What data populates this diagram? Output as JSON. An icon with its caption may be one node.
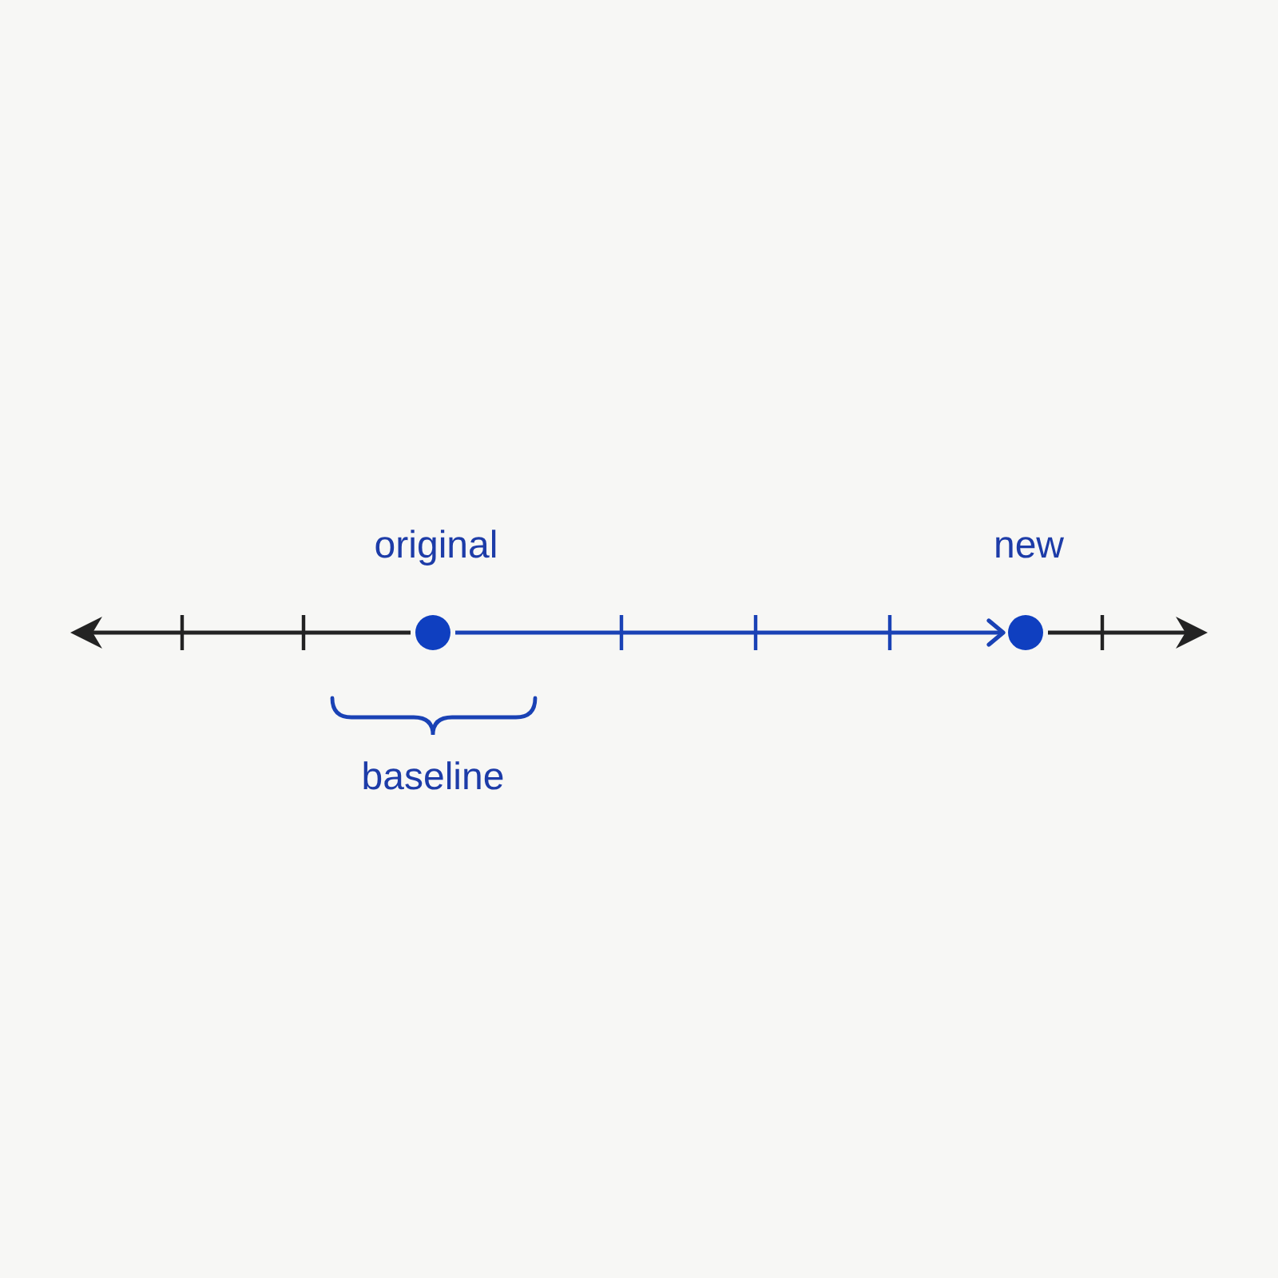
{
  "diagram": {
    "nodes": [
      {
        "text": [],
        "shape": "circle",
        "beside": [
          "original"
        ]
      },
      {
        "text": [],
        "shape": "circle",
        "beside": [
          "new"
        ]
      }
    ],
    "edges": [
      {
        "from": 0,
        "to": 1,
        "arrow": "to"
      }
    ],
    "labels": [
      "baseline"
    ]
  }
}
